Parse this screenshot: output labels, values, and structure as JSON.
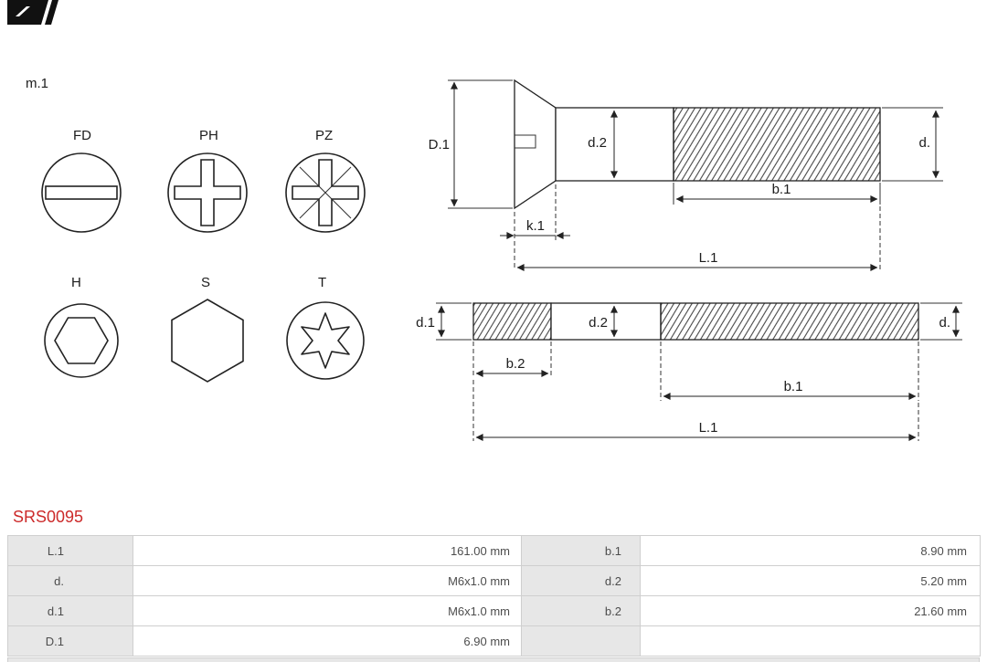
{
  "page": {
    "module_label": "m.1",
    "part_number": "SRS0095"
  },
  "head_types": {
    "fd": "FD",
    "ph": "PH",
    "pz": "PZ",
    "h": "H",
    "s": "S",
    "t": "T"
  },
  "dim_labels": {
    "screw": {
      "D1": "D.1",
      "d2": "d.2",
      "d": "d.",
      "b1": "b.1",
      "k1": "k.1",
      "L1": "L.1"
    },
    "stud": {
      "d1": "d.1",
      "d2": "d.2",
      "d": "d.",
      "b2": "b.2",
      "b1": "b.1",
      "L1": "L.1"
    }
  },
  "spec_table": {
    "rows": [
      {
        "c1": "L.1",
        "v1": "161.00 mm",
        "c2": "b.1",
        "v2": "8.90 mm"
      },
      {
        "c1": "d.",
        "v1": "M6x1.0 mm",
        "c2": "d.2",
        "v2": "5.20 mm"
      },
      {
        "c1": "d.1",
        "v1": "M6x1.0 mm",
        "c2": "b.2",
        "v2": "21.60 mm"
      },
      {
        "c1": "D.1",
        "v1": "6.90 mm",
        "c2": "",
        "v2": ""
      }
    ]
  },
  "colors": {
    "part_number_red": "#cc2a2a",
    "label_cell_bg": "#e7e7e7",
    "table_border": "#cfcfcf",
    "line": "#222222"
  }
}
